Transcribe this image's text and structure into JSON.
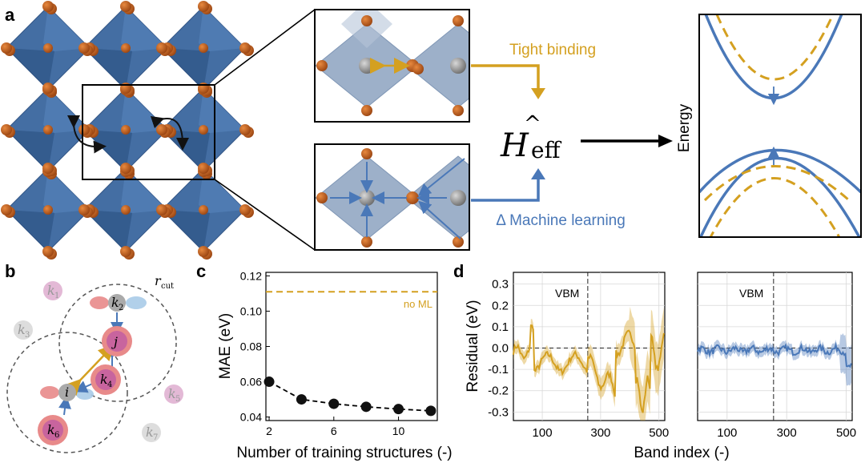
{
  "panel_labels": {
    "a": "a",
    "b": "b",
    "c": "c",
    "d": "d"
  },
  "colors": {
    "tb": "#d4a020",
    "ml": "#4a78b8",
    "octa": "#335f9a",
    "atom": "#b5581b",
    "marker": "#111111"
  },
  "panel_a": {
    "tight_binding": "Tight binding",
    "machine_learning": "Δ Machine learning",
    "hamiltonian_hat": "^",
    "hamiltonian_h": "H",
    "hamiltonian_sub": "eff",
    "energy_axis": "Energy"
  },
  "panel_b": {
    "rcut": "r",
    "rcut_sub": "cut",
    "nodes": {
      "k1": "k",
      "k1_sub": "1",
      "k2": "k",
      "k2_sub": "2",
      "k3": "k",
      "k3_sub": "3",
      "k4": "k",
      "k4_sub": "4",
      "k5": "k",
      "k5_sub": "5",
      "k6": "k",
      "k6_sub": "6",
      "k7": "k",
      "k7_sub": "7",
      "i": "i",
      "j": "j"
    }
  },
  "panel_c": {
    "chart_data": {
      "type": "scatter",
      "x": [
        2,
        4,
        6,
        8,
        10,
        12
      ],
      "y": [
        0.06,
        0.05,
        0.0475,
        0.0458,
        0.0445,
        0.0435
      ],
      "reference_line": {
        "label": "no ML",
        "value": 0.111
      },
      "xlabel": "Number of training structures (-)",
      "ylabel": "MAE (eV)",
      "xticks": [
        "2",
        "6",
        "10"
      ],
      "yticks": [
        "0.04",
        "0.06",
        "0.08",
        "0.10",
        "0.12"
      ],
      "xlim": [
        1.8,
        12.4
      ],
      "ylim": [
        0.038,
        0.122
      ]
    }
  },
  "panel_d": {
    "xlabel": "Band index (-)",
    "ylabel": "Residual (eV)",
    "yticks": [
      "0.3",
      "0.2",
      "0.1",
      "0.0",
      "-0.1",
      "-0.2",
      "-0.3"
    ],
    "xticks": [
      "100",
      "300",
      "500"
    ],
    "vbm_label": "VBM",
    "left": {
      "series": "tight binding residual",
      "color": "#d4a020"
    },
    "right": {
      "series": "ML residual",
      "color": "#4a78b8"
    }
  }
}
